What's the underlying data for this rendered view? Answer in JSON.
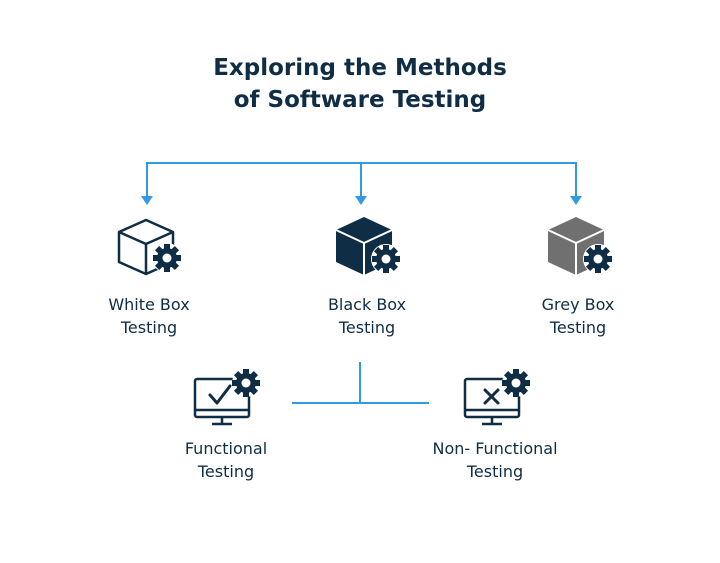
{
  "title": {
    "line1": "Exploring the Methods",
    "line2": "of Software Testing"
  },
  "colors": {
    "navy": "#0f2d44",
    "grey": "#707070",
    "connector": "#2f9be3"
  },
  "methods": [
    {
      "line1": "White Box",
      "line2": "Testing",
      "icon": "white-cube-gear-icon"
    },
    {
      "line1": "Black Box",
      "line2": "Testing",
      "icon": "black-cube-gear-icon"
    },
    {
      "line1": "Grey Box",
      "line2": "Testing",
      "icon": "grey-cube-gear-icon"
    }
  ],
  "types": [
    {
      "line1": "Functional",
      "line2": "Testing",
      "icon": "monitor-check-gear-icon"
    },
    {
      "line1": "Non- Functional",
      "line2": "Testing",
      "icon": "monitor-cross-gear-icon"
    }
  ]
}
